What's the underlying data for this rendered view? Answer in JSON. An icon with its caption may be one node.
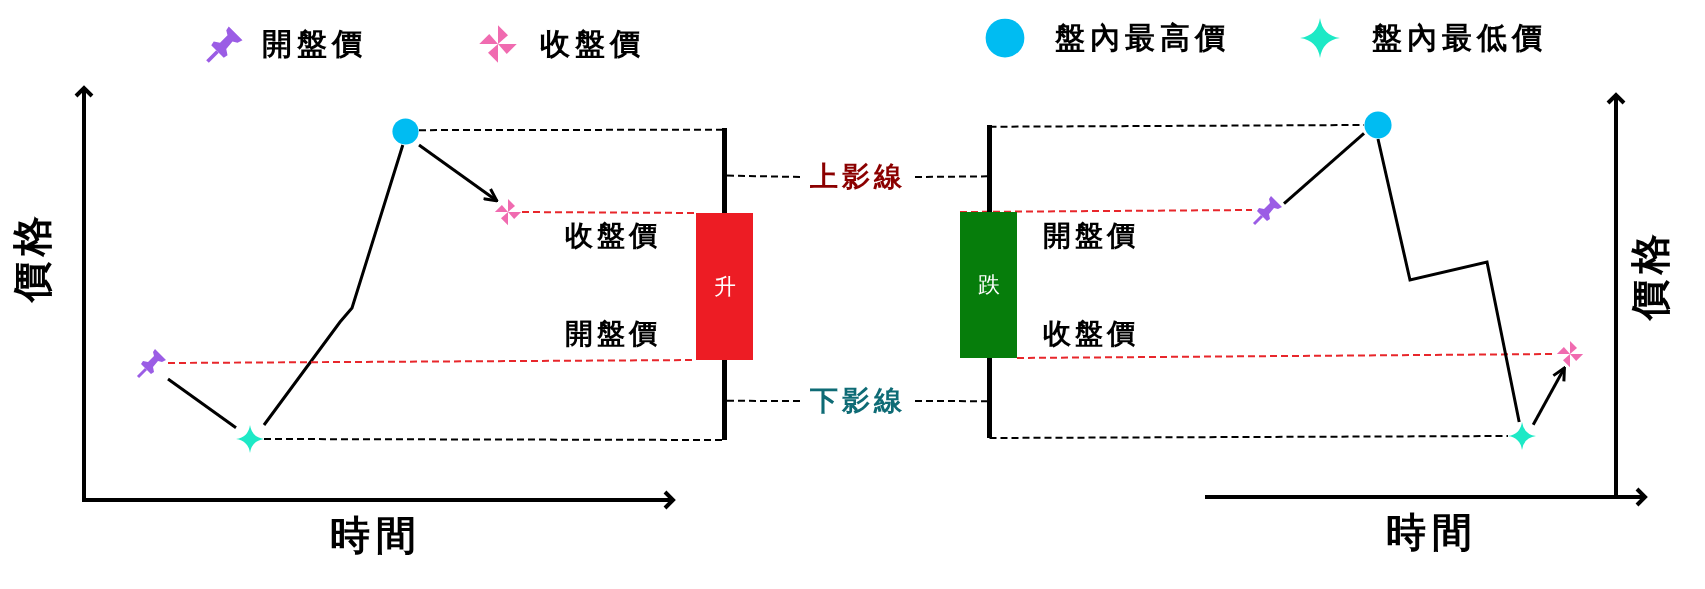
{
  "diagram": {
    "nodes": [
      {
        "text": [],
        "shape": "pin"
      },
      {
        "text": [],
        "shape": "star"
      },
      {
        "text": [],
        "shape": "circle"
      },
      {
        "text": [],
        "shape": "pinwheel"
      },
      {
        "text": [],
        "shape": "bar"
      },
      {
        "text": [
          "升"
        ]
      },
      {
        "text": [],
        "shape": "bar"
      },
      {
        "text": [
          "上影線"
        ]
      },
      {
        "text": [
          "下影線"
        ]
      },
      {
        "text": [],
        "shape": "bar"
      },
      {
        "text": [
          "跌"
        ]
      },
      {
        "text": [],
        "shape": "bar"
      },
      {
        "text": [],
        "shape": "pin"
      },
      {
        "text": [],
        "shape": "circle"
      },
      {
        "text": [],
        "shape": "star"
      },
      {
        "text": [],
        "shape": "pinwheel"
      }
    ],
    "edges": [
      {
        "from": 0,
        "to": 1,
        "arrow": "none"
      },
      {
        "from": 1,
        "to": 2,
        "arrow": "none"
      },
      {
        "from": 2,
        "to": 3,
        "arrow": "to"
      },
      {
        "from": 2,
        "to": 4,
        "arrow": "none",
        "style": "dashed"
      },
      {
        "from": 3,
        "to": 5,
        "arrow": "none",
        "style": "dashed",
        "color": "#e8262b"
      },
      {
        "from": 0,
        "to": 5,
        "arrow": "none",
        "style": "dashed",
        "color": "#e8262b"
      },
      {
        "from": 1,
        "to": 6,
        "arrow": "none",
        "style": "dashed"
      },
      {
        "from": 7,
        "to": 4,
        "arrow": "none",
        "style": "dashed"
      },
      {
        "from": 7,
        "to": 9,
        "arrow": "none",
        "style": "dashed"
      },
      {
        "from": 8,
        "to": 6,
        "arrow": "none",
        "style": "dashed"
      },
      {
        "from": 8,
        "to": 11,
        "arrow": "none",
        "style": "dashed"
      },
      {
        "from": 9,
        "to": 13,
        "arrow": "none",
        "style": "dashed"
      },
      {
        "from": 10,
        "to": 12,
        "arrow": "none",
        "style": "dashed",
        "color": "#e8262b"
      },
      {
        "from": 10,
        "to": 15,
        "arrow": "none",
        "style": "dashed",
        "color": "#e8262b"
      },
      {
        "from": 11,
        "to": 14,
        "arrow": "none",
        "style": "dashed"
      },
      {
        "from": 12,
        "to": 13,
        "arrow": "none"
      },
      {
        "from": 13,
        "to": 14,
        "arrow": "none"
      },
      {
        "from": 14,
        "to": 15,
        "arrow": "to"
      }
    ],
    "labels": [
      "收盤價",
      "開盤價",
      "開盤價",
      "收盤價",
      "價格",
      "時間",
      "價格",
      "時間"
    ],
    "legend": [
      {
        "text": "開盤價"
      },
      {
        "text": "收盤價"
      },
      {
        "text": "盤內最高價"
      },
      {
        "text": "盤內最低價"
      }
    ]
  }
}
